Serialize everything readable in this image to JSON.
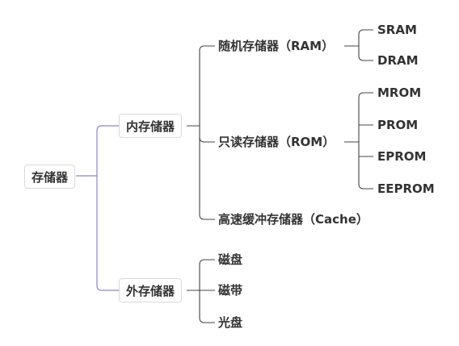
{
  "colors": {
    "branch_line": "#8a86c7",
    "sub_line": "#444444",
    "node_border": "#d9d9d9",
    "text": "#333333",
    "background": "#ffffff"
  },
  "root": {
    "label": "存储器"
  },
  "internal": {
    "label": "内存储器",
    "ram": {
      "label": "随机存储器（RAM）",
      "children": [
        "SRAM",
        "DRAM"
      ]
    },
    "rom": {
      "label": "只读存储器（ROM）",
      "children": [
        "MROM",
        "PROM",
        "EPROM",
        "EEPROM"
      ]
    },
    "cache": {
      "label": "高速缓冲存储器（Cache）"
    }
  },
  "external": {
    "label": "外存储器",
    "children": [
      "磁盘",
      "磁带",
      "光盘"
    ]
  }
}
